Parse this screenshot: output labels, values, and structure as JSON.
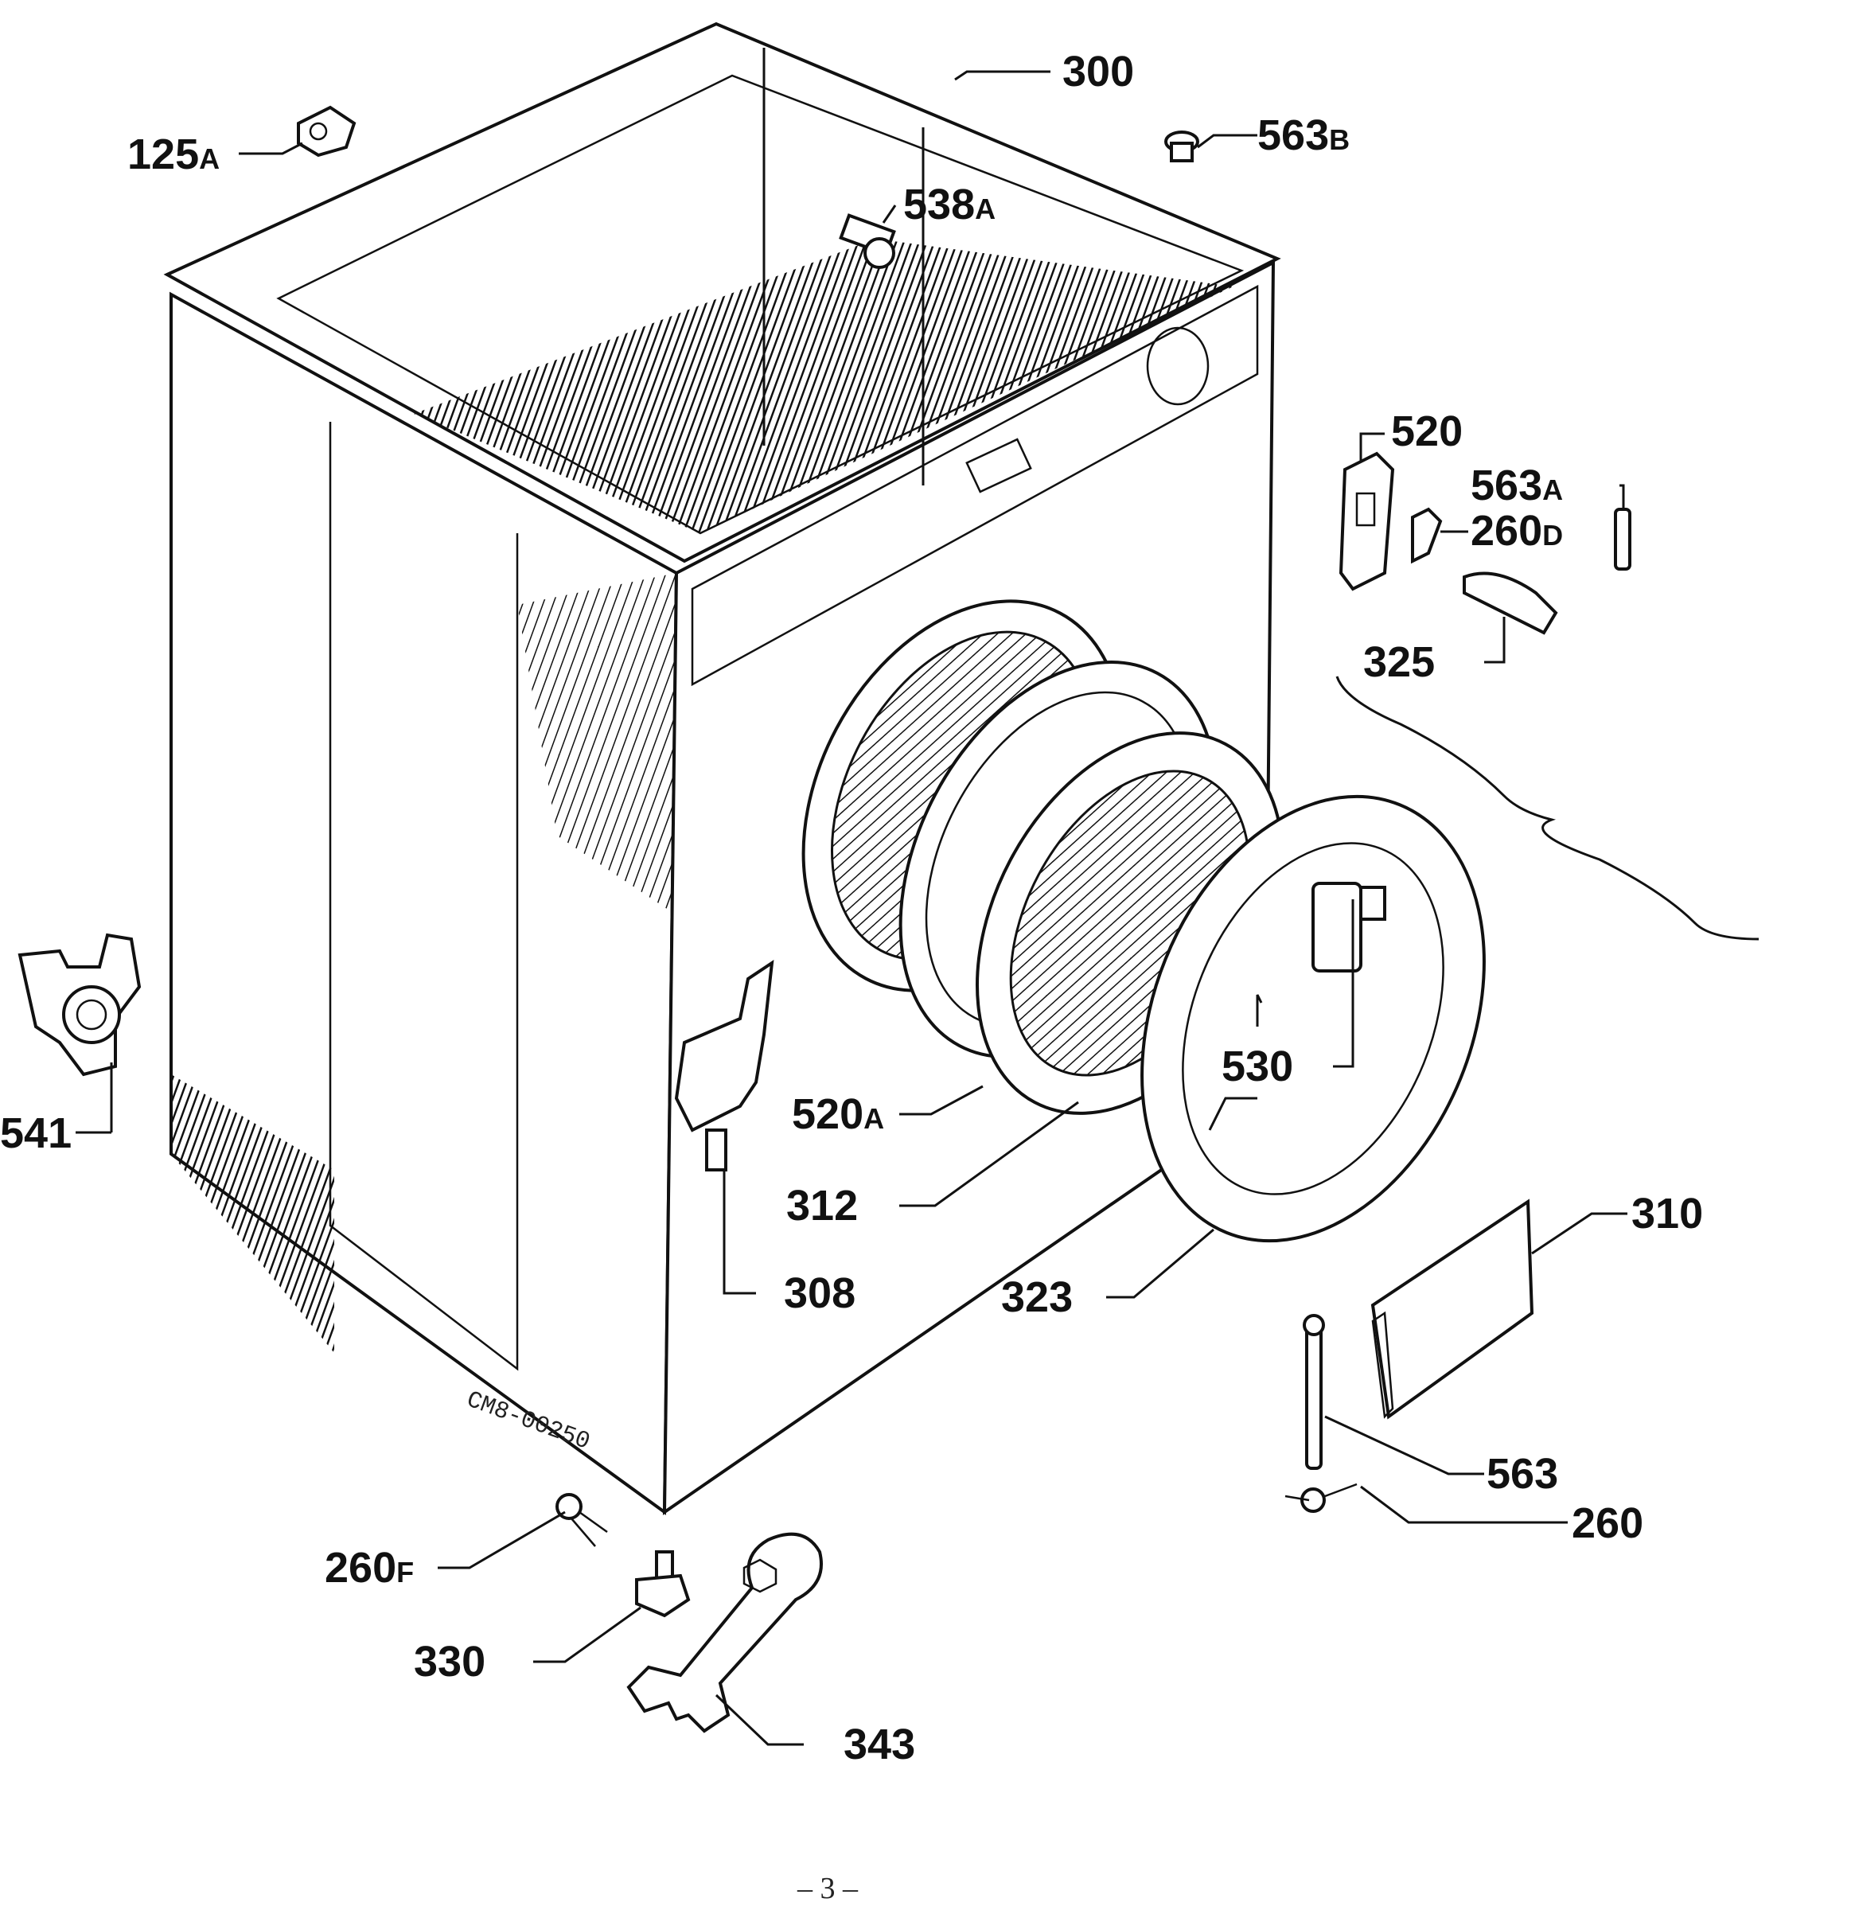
{
  "labels": {
    "p300": "300",
    "p125a": "125",
    "p125a_sub": "A",
    "p563b": "563",
    "p563b_sub": "B",
    "p538a": "538",
    "p538a_sub": "A",
    "p520": "520",
    "p563a": "563",
    "p563a_sub": "A",
    "p260d": "260",
    "p260d_sub": "D",
    "p325": "325",
    "p530": "530",
    "p520a": "520",
    "p520a_sub": "A",
    "p541": "541",
    "p312": "312",
    "p308": "308",
    "p323": "323",
    "p310": "310",
    "p563": "563",
    "p260": "260",
    "p260f": "260",
    "p260f_sub": "F",
    "p330": "330",
    "p343": "343"
  },
  "drawing_code": "CM8-00250",
  "page_number": "– 3 –"
}
